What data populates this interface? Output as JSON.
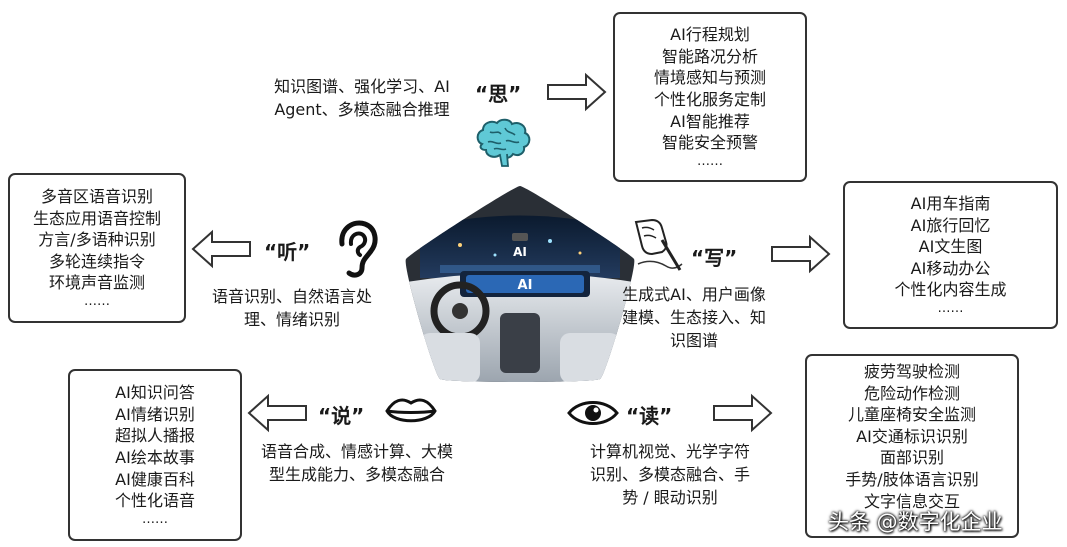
{
  "si": {
    "title": "“思”",
    "desc": [
      "知识图谱、强化学习、AI",
      "Agent、多模态融合推理"
    ],
    "items": [
      "AI行程规划",
      "智能路况分析",
      "情境感知与预测",
      "个性化服务定制",
      "AI智能推荐",
      "智能安全预警",
      "……"
    ]
  },
  "ting": {
    "title": "“听”",
    "desc": [
      "语音识别、自然语言处",
      "理、情绪识别"
    ],
    "items": [
      "多音区语音识别",
      "生态应用语音控制",
      "方言/多语种识别",
      "多轮连续指令",
      "环境声音监测",
      "……"
    ]
  },
  "xie": {
    "title": "“写”",
    "desc": [
      "生成式AI、用户画像",
      "建模、生态接入、知",
      "识图谱"
    ],
    "items": [
      "AI用车指南",
      "AI旅行回忆",
      "AI文生图",
      "AI移动办公",
      "个性化内容生成",
      "……"
    ]
  },
  "shuo": {
    "title": "“说”",
    "desc": [
      "语音合成、情感计算、大模",
      "型生成能力、多模态融合"
    ],
    "items": [
      "AI知识问答",
      "AI情绪识别",
      "超拟人播报",
      "AI绘本故事",
      "AI健康百科",
      "个性化语音",
      "……"
    ]
  },
  "du": {
    "title": "“读”",
    "desc": [
      "计算机视觉、光学字符",
      "识别、多模态融合、手",
      "势 / 眼动识别"
    ],
    "items": [
      "疲劳驾驶检测",
      "危险动作检测",
      "儿童座椅安全监测",
      "AI交通标识识别",
      "面部识别",
      "手势/肢体语言识别",
      "文字信息交互"
    ]
  },
  "center": {
    "screen_label_top": "AI",
    "screen_label_mid": "AI"
  },
  "watermark": "头条 @数字化企业",
  "icons": {
    "brain": "brain-icon",
    "ear": "ear-icon",
    "hand": "writing-hand-icon",
    "lips": "lips-icon",
    "eye": "eye-icon"
  }
}
